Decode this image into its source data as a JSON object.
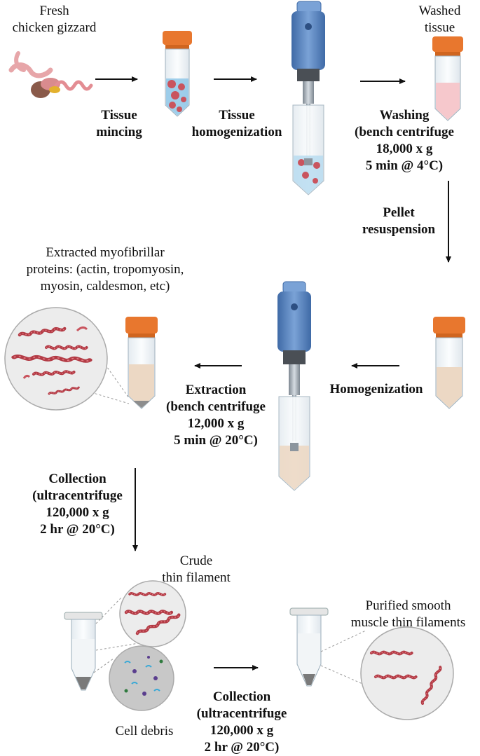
{
  "labels": {
    "fresh_gizzard": [
      "Fresh",
      "chicken gizzard"
    ],
    "washed_tissue": [
      "Washed",
      "tissue"
    ],
    "tissue_mincing": [
      "Tissue",
      "mincing"
    ],
    "tissue_homogenization": [
      "Tissue",
      "homogenization"
    ],
    "washing": [
      "Washing",
      "(bench centrifuge",
      "18,000 x g",
      "5 min @ 4°C)"
    ],
    "pellet_resuspension": [
      "Pellet",
      "resuspension"
    ],
    "extracted_proteins": [
      "Extracted myofibrillar",
      "proteins: (actin, tropomyosin,",
      "myosin, caldesmon, etc)"
    ],
    "homogenization": [
      "Homogenization"
    ],
    "extraction": [
      "Extraction",
      "(bench centrifuge",
      "12,000 x g",
      "5 min @ 20°C)"
    ],
    "collection_1": [
      "Collection",
      "(ultracentrifuge",
      "120,000 x g",
      "2 hr @ 20°C)"
    ],
    "crude_thin_filament": [
      "Crude",
      "thin filament"
    ],
    "cell_debris": [
      "Cell debris"
    ],
    "purified": [
      "Purified smooth",
      "muscle thin filaments"
    ],
    "collection_2": [
      "Collection",
      "(ultracentrifuge",
      "120,000 x g",
      "2 hr @ 20°C)"
    ]
  },
  "colors": {
    "cap_orange": "#e8772e",
    "homogenizer_blue": "#5b84bd",
    "tissue_red": "#c9545e",
    "wash_pink": "#f6c8cc",
    "suspension_beige": "#ecd8c4",
    "arrow": "#111111"
  }
}
